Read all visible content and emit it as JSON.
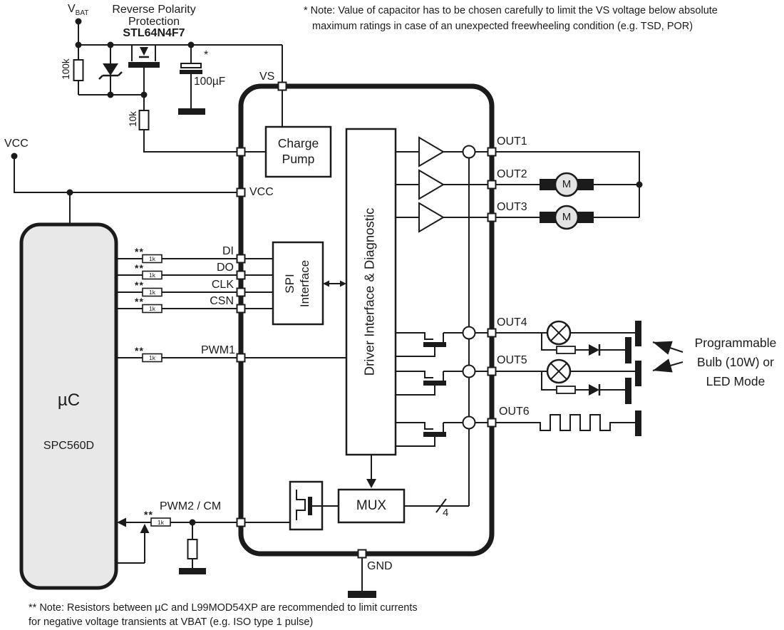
{
  "colors": {
    "ink": "#1b1b1b",
    "mcu-fill": "#e8e8e8",
    "motor-fill": "#e3e3e3",
    "bg": "#ffffff"
  },
  "notes": {
    "top_line1": "* Note: Value of capacitor has to be chosen carefully to limit the VS voltage below absolute",
    "top_line2": "maximum ratings in case of an unexpected freewheeling condition (e.g. TSD, POR)",
    "bottom_line1": "** Note: Resistors between µC and L99MOD54XP are recommended to limit currents",
    "bottom_line2": "for negative voltage transients at VBAT (e.g. ISO type 1 pulse)"
  },
  "supply": {
    "vbat_main": "V",
    "vbat_sub": "BAT",
    "vcc": "VCC",
    "reverse_polarity_line1": "Reverse Polarity",
    "reverse_polarity_line2": "Protection",
    "mosfet_part": "STL64N4F7",
    "r_100k": "100k",
    "r_10k": "10k",
    "cap_value": "100µF",
    "cap_note_mark": "*"
  },
  "mcu": {
    "name": "µC",
    "part": "SPC560D"
  },
  "series_resistor": {
    "value": "1k",
    "note_mark": "**"
  },
  "chip": {
    "pins": {
      "vs": "VS",
      "vcc": "VCC",
      "di": "DI",
      "do": "DO",
      "clk": "CLK",
      "csn": "CSN",
      "pwm1": "PWM1",
      "pwm2_cm": "PWM2 / CM",
      "gnd": "GND",
      "out1": "OUT1",
      "out2": "OUT2",
      "out3": "OUT3",
      "out4": "OUT4",
      "out5": "OUT5",
      "out6": "OUT6"
    },
    "blocks": {
      "charge_pump": "Charge Pump",
      "spi_line1": "SPI",
      "spi_line2": "Interface",
      "driver": "Driver Interface & Diagnostic",
      "mux": "MUX"
    },
    "mux_bus_width": "4"
  },
  "loads": {
    "motor_label": "M",
    "note_line1": "Programmable",
    "note_line2": "Bulb (10W) or",
    "note_line3": "LED Mode"
  }
}
